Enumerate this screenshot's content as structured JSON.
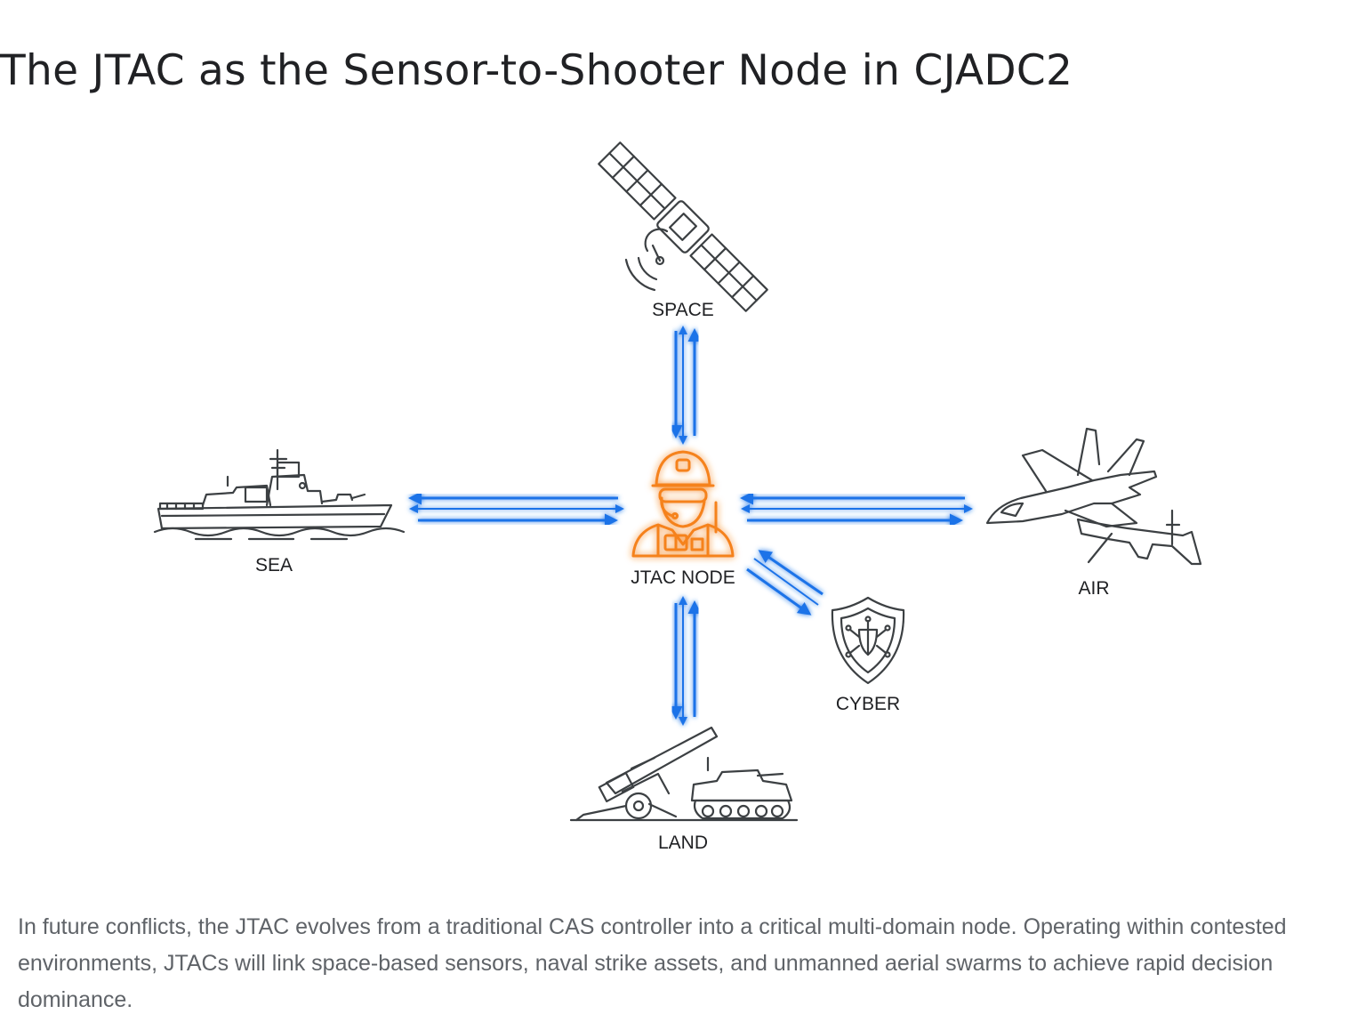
{
  "title": "The JTAC as the Sensor-to-Shooter Node in CJADC2",
  "nodes": {
    "center": "JTAC NODE",
    "space": "SPACE",
    "sea": "SEA",
    "air": "AIR",
    "cyber": "CYBER",
    "land": "LAND"
  },
  "colors": {
    "center": "#f5821f",
    "link": "#1a73e8",
    "icon": "#3c4043"
  },
  "icons": [
    "soldier-icon",
    "satellite-icon",
    "ship-icon",
    "aircraft-icon",
    "shield-icon",
    "artillery-tank-icon"
  ],
  "caption": "In future conflicts, the JTAC evolves from a traditional CAS controller into a critical multi-domain node. Operating within contested environments, JTACs will link space-based sensors, naval strike assets, and unmanned aerial swarms to achieve rapid decision dominance."
}
